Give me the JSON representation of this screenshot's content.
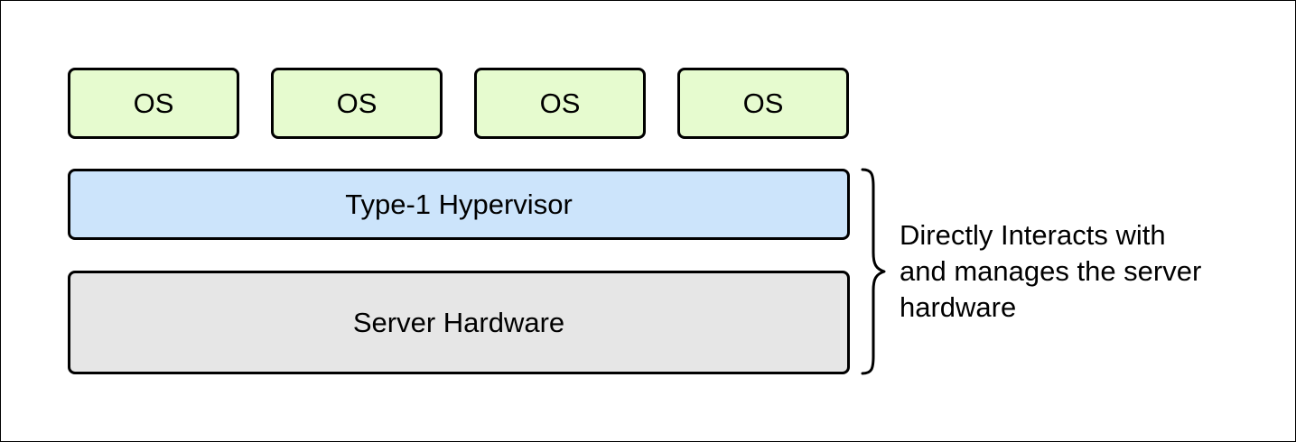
{
  "diagram": {
    "os_boxes": [
      {
        "label": "OS"
      },
      {
        "label": "OS"
      },
      {
        "label": "OS"
      },
      {
        "label": "OS"
      }
    ],
    "hypervisor": {
      "label": "Type-1 Hypervisor"
    },
    "hardware": {
      "label": "Server Hardware"
    },
    "annotation": {
      "lines": [
        "Directly Interacts with",
        "and manages the server",
        "hardware"
      ]
    }
  },
  "colors": {
    "os_fill": "#e6fbcf",
    "hypervisor_fill": "#cce4fb",
    "hardware_fill": "#e6e6e6",
    "stroke": "#000000"
  }
}
